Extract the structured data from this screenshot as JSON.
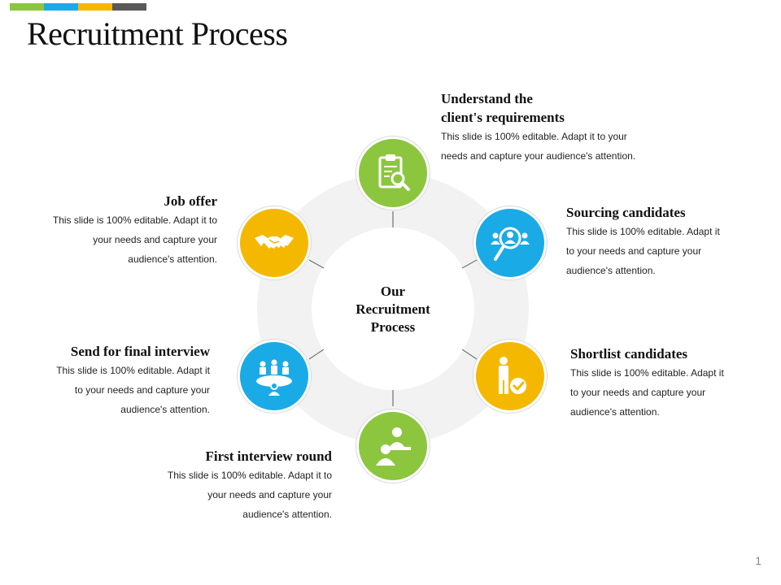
{
  "slide": {
    "title": "Recruitment Process",
    "page_number": "1",
    "accent_colors": [
      "#8cc63f",
      "#1aabe6",
      "#f5b800",
      "#595959"
    ]
  },
  "diagram": {
    "center_label_lines": [
      "Our",
      "Recruitment",
      "Process"
    ],
    "steps": [
      {
        "id": "understand",
        "heading_lines": [
          "Understand the",
          "client's requirements"
        ],
        "desc_lines": [
          "This slide is 100% editable. Adapt it to your",
          "needs and capture your audience's attention."
        ],
        "color": "#8cc63f",
        "icon": "clipboard-search-icon"
      },
      {
        "id": "sourcing",
        "heading_lines": [
          "Sourcing candidates"
        ],
        "desc_lines": [
          "This slide is 100% editable. Adapt it",
          "to your needs and capture your",
          "audience's attention."
        ],
        "color": "#1aabe6",
        "icon": "people-search-icon"
      },
      {
        "id": "shortlist",
        "heading_lines": [
          "Shortlist candidates"
        ],
        "desc_lines": [
          "This slide is 100% editable. Adapt it",
          "to your needs and capture your",
          "audience's attention."
        ],
        "color": "#f5b800",
        "icon": "person-check-icon"
      },
      {
        "id": "first-interview",
        "heading_lines": [
          "First interview round"
        ],
        "desc_lines": [
          "This slide is 100% editable. Adapt it to",
          "your needs and capture your",
          "audience's attention."
        ],
        "color": "#8cc63f",
        "icon": "interview-icon"
      },
      {
        "id": "final-interview",
        "heading_lines": [
          "Send for final interview"
        ],
        "desc_lines": [
          "This slide is 100% editable. Adapt it",
          "to your needs and capture your",
          "audience's attention."
        ],
        "color": "#1aabe6",
        "icon": "meeting-table-icon"
      },
      {
        "id": "job-offer",
        "heading_lines": [
          "Job offer"
        ],
        "desc_lines": [
          "This slide is 100% editable. Adapt it to",
          "your needs and capture your",
          "audience's attention."
        ],
        "color": "#f5b800",
        "icon": "handshake-icon"
      }
    ]
  }
}
